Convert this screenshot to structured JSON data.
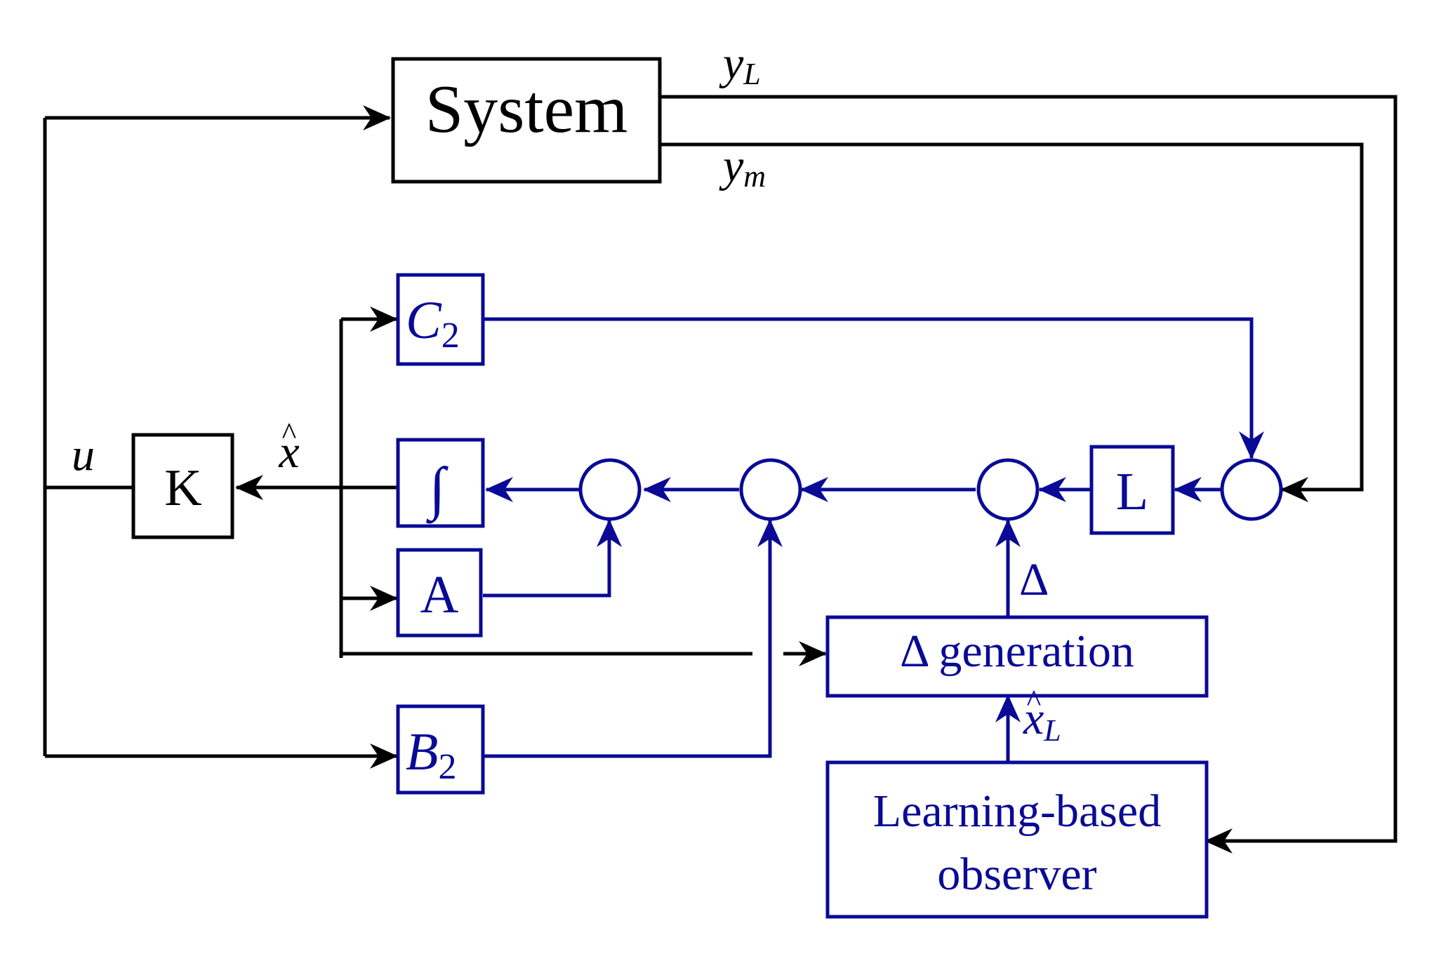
{
  "colors": {
    "black": "#000000",
    "blue": "#0a0a96"
  },
  "blocks": {
    "system": "System",
    "k": "K",
    "c2_main": "C",
    "c2_sub": "2",
    "integral": "∫",
    "a": "A",
    "l": "L",
    "b2_main": "B",
    "b2_sub": "2",
    "delta_gen": "Δ generation",
    "observer_line1": "Learning-based",
    "observer_line2": "observer"
  },
  "signals": {
    "y_l_main": "y",
    "y_l_sub": "L",
    "y_m_main": "y",
    "y_m_sub": "m",
    "u": "u",
    "x_hat": "x",
    "x_hat_accent": "^",
    "delta": "Δ",
    "x_hat_l_main": "x",
    "x_hat_l_accent": "^",
    "x_hat_l_sub": "L"
  }
}
